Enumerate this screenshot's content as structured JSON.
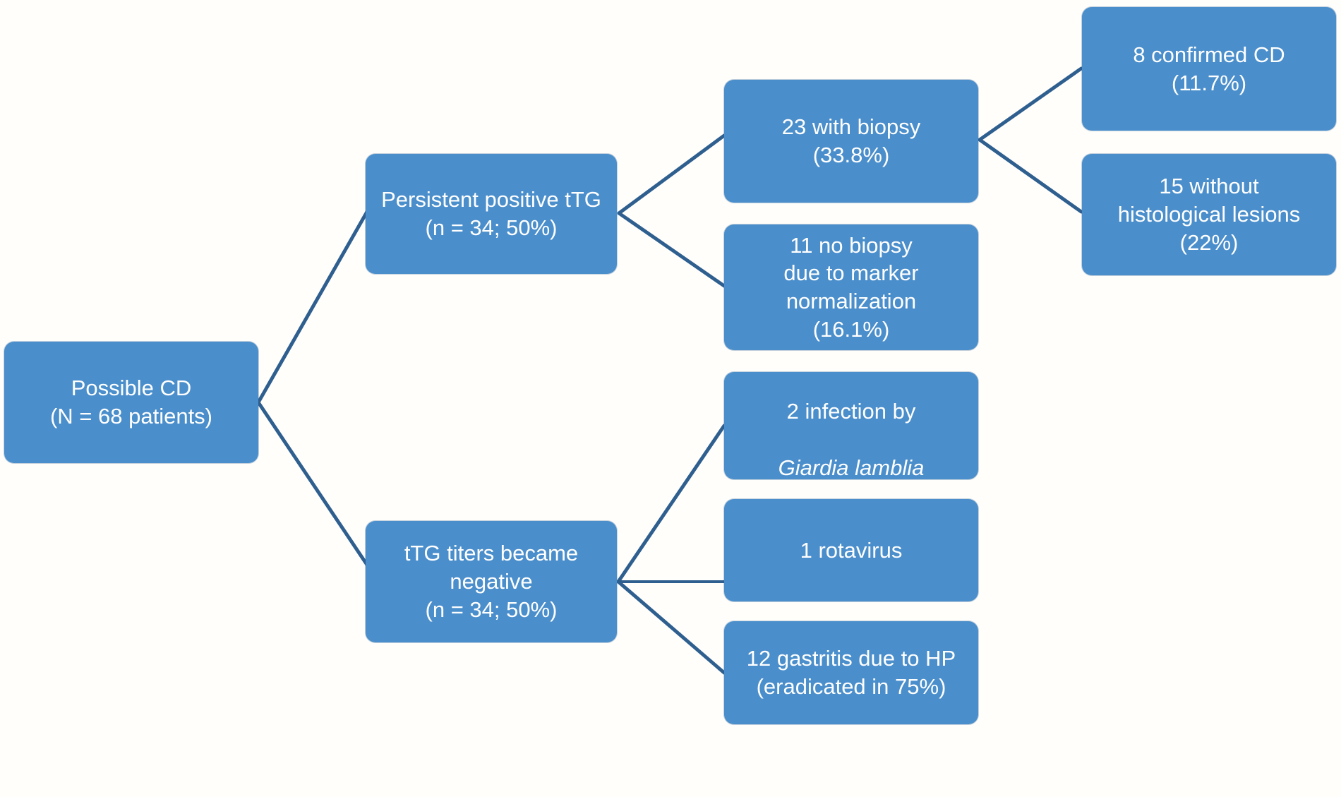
{
  "figure": {
    "type": "flowchart",
    "orientation": "left-to-right",
    "background_color": "#fffefb",
    "node_fill_color": "#4a8ecb",
    "node_text_color": "#ffffff",
    "connector_color": "#2e5f8f"
  },
  "nodes": {
    "root": {
      "id": "possible-cd",
      "line1": "Possible CD",
      "line2": "(N = 68 patients)",
      "text": "Possible CD\n(N = 68 patients)",
      "count": 68
    },
    "persistent_positive": {
      "id": "persistent-positive-ttg",
      "line1": "Persistent positive tTG",
      "line2": "(n = 34; 50%)",
      "text": "Persistent positive tTG\n(n = 34; 50%)",
      "count": 34,
      "percent": "50%"
    },
    "titers_negative": {
      "id": "ttg-titers-became-negative",
      "line1": "tTG titers became",
      "line2": "negative",
      "line3": "(n = 34; 50%)",
      "text": "tTG titers became\nnegative\n(n = 34; 50%)",
      "count": 34,
      "percent": "50%"
    },
    "with_biopsy": {
      "id": "with-biopsy",
      "line1": "23 with biopsy",
      "line2": "(33.8%)",
      "text": "23 with biopsy\n(33.8%)",
      "count": 23,
      "percent": "33.8%"
    },
    "no_biopsy": {
      "id": "no-biopsy-marker-normalization",
      "line1": "11 no biopsy",
      "line2": "due to marker",
      "line3": "normalization",
      "line4": "(16.1%)",
      "text": "11 no biopsy\ndue to marker\nnormalization\n(16.1%)",
      "count": 11,
      "percent": "16.1%"
    },
    "confirmed_cd": {
      "id": "confirmed-cd",
      "line1": "8 confirmed CD",
      "line2": "(11.7%)",
      "text": "8 confirmed CD\n(11.7%)",
      "count": 8,
      "percent": "11.7%"
    },
    "without_lesions": {
      "id": "without-histological-lesions",
      "line1": "15 without",
      "line2": "histological lesions",
      "line3": "(22%)",
      "text": "15 without\nhistological lesions\n(22%)",
      "count": 15,
      "percent": "22%"
    },
    "giardia": {
      "id": "giardia-lamblia-infection",
      "line1": "2 infection by",
      "line2_italic": "Giardia lamblia",
      "text": "2 infection by Giardia lamblia",
      "count": 2
    },
    "rotavirus": {
      "id": "rotavirus",
      "line1": "1 rotavirus",
      "text": "1 rotavirus",
      "count": 1
    },
    "gastritis": {
      "id": "gastritis-due-to-hp",
      "line1": "12 gastritis due to HP",
      "line2": "(eradicated in 75%)",
      "text": "12 gastritis due to HP\n(eradicated in 75%)",
      "count": 12,
      "percent": "75%"
    }
  },
  "edges": [
    {
      "from": "possible-cd",
      "to": "persistent-positive-ttg"
    },
    {
      "from": "possible-cd",
      "to": "ttg-titers-became-negative"
    },
    {
      "from": "persistent-positive-ttg",
      "to": "with-biopsy"
    },
    {
      "from": "persistent-positive-ttg",
      "to": "no-biopsy-marker-normalization"
    },
    {
      "from": "with-biopsy",
      "to": "confirmed-cd"
    },
    {
      "from": "with-biopsy",
      "to": "without-histological-lesions"
    },
    {
      "from": "ttg-titers-became-negative",
      "to": "giardia-lamblia-infection"
    },
    {
      "from": "ttg-titers-became-negative",
      "to": "rotavirus"
    },
    {
      "from": "ttg-titers-became-negative",
      "to": "gastritis-due-to-hp"
    }
  ]
}
